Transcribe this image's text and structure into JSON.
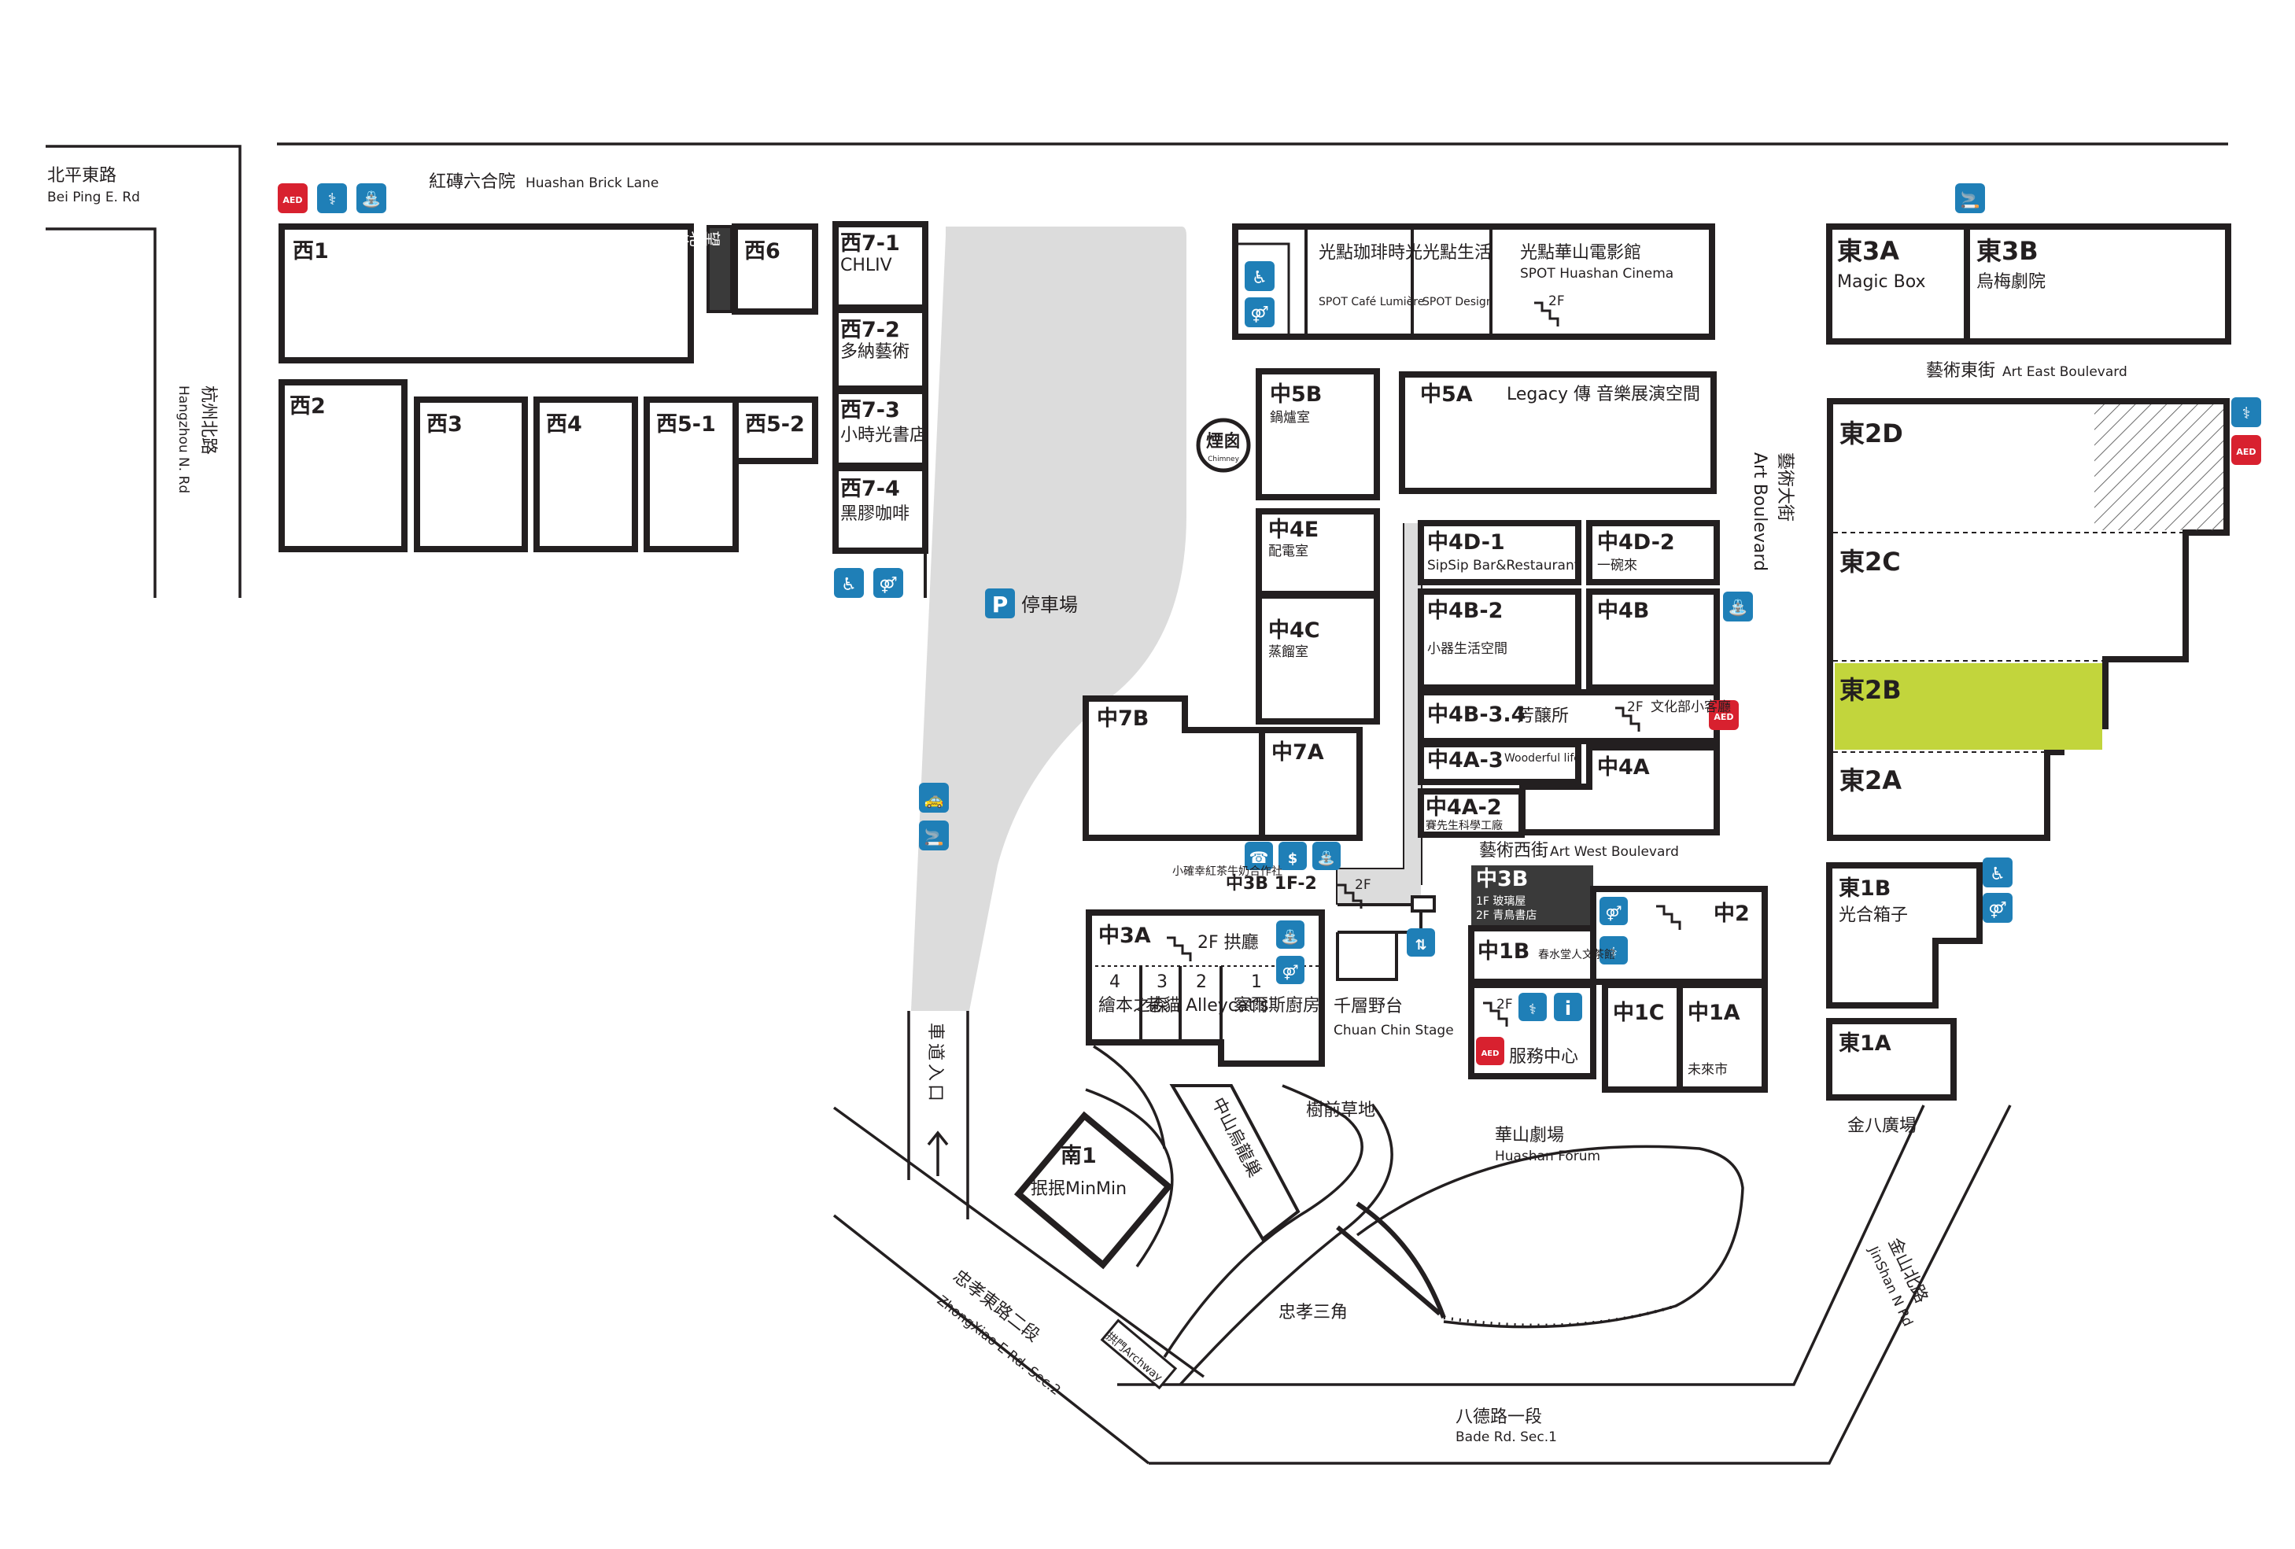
{
  "colors": {
    "ink": "#231f20",
    "parking": "#dcdcdc",
    "highlight": "#c2d53c",
    "icon_blue": "#1f7fb7",
    "aed_red": "#d8212f",
    "dark_block": "#3a3a3a"
  },
  "roads": {
    "beiping_zh": "北平東路",
    "beiping_en": "Bei Ping E. Rd",
    "hangzhou_zh": "杭州北路",
    "hangzhou_en": "Hangzhou N. Rd",
    "brick_lane_zh": "紅磚六合院",
    "brick_lane_en": "Huashan Brick Lane",
    "art_blvd_zh": "藝術大街",
    "art_blvd_en": "Art Boulevard",
    "art_east_zh": "藝術東街",
    "art_east_en": "Art East Boulevard",
    "art_west_zh": "藝術西街",
    "art_west_en": "Art West Boulevard",
    "zhongxiao_zh": "忠孝東路二段",
    "zhongxiao_en": "ZhongXiao E Rd. Sec.2",
    "bade_zh": "八德路一段",
    "bade_en": "Bade Rd. Sec.1",
    "jinshan_zh": "金山北路",
    "jinshan_en": "JinShan N Rd",
    "entrance": "車道入口"
  },
  "west": {
    "w1": "西1",
    "w2": "西2",
    "w3": "西3",
    "w4": "西4",
    "w5_1": "西5-1",
    "w5_2": "西5-2",
    "w6": "西6",
    "teahouse": "望北茶亭",
    "w7_1_id": "西7-1",
    "w7_1_name": "CHLIV",
    "w7_2_id": "西7-2",
    "w7_2_name": "多納藝術",
    "w7_3_id": "西7-3",
    "w7_3_name": "小時光書店",
    "w7_4_id": "西7-4",
    "w7_4_name": "黑膠咖啡"
  },
  "parking": {
    "label": "停車場",
    "symbol": "P"
  },
  "chimney": {
    "zh": "煙囪",
    "en": "Chimney"
  },
  "spot": {
    "cafe_zh": "光點珈琲時光",
    "cafe_en": "SPOT Café Lumière",
    "design_zh": "光點生活",
    "design_en": "SPOT Design",
    "cinema_zh": "光點華山電影館",
    "cinema_en": "SPOT Huashan Cinema",
    "floor": "2F"
  },
  "center": {
    "c5b_id": "中5B",
    "c5b_name": "鍋爐室",
    "c5a_id": "中5A",
    "c5a_name": "Legacy 傳 音樂展演空間",
    "c4e_id": "中4E",
    "c4e_name": "配電室",
    "c4c_id": "中4C",
    "c4c_name": "蒸餾室",
    "c4d1_id": "中4D-1",
    "c4d1_name": "SipSip Bar&Restaurant",
    "c4d2_id": "中4D-2",
    "c4d2_name": "一碗來",
    "c4b2_id": "中4B-2",
    "c4b2_name": "小器生活空間",
    "c4b_id": "中4B",
    "c4b34_id": "中4B-3.4",
    "c4b34_name": "芳醸所",
    "c4b34_floor": "2F",
    "c4b34_extra": "文化部小客廳",
    "c4a3_id": "中4A-3",
    "c4a3_name": "Wooderful life",
    "c4a_id": "中4A",
    "c4a2_id": "中4A-2",
    "c4a2_name": "賽先生科學工廠",
    "c7b_id": "中7B",
    "c7a_id": "中7A",
    "c3b_1f2": "中3B 1F-2",
    "c3b_1f2_name": "小確幸紅茶牛奶合作社",
    "c3b_id": "中3B",
    "c3b_1f": "1F 玻璃屋",
    "c3b_2f": "2F 青鳥書店",
    "c3a_id": "中3A",
    "c3a_floor": "2F 拱廳",
    "c3a_4": "4",
    "c3a_4_name": "繪本之森",
    "c3a_3": "3",
    "c3a_3_name": "巷貓 Alleycat's",
    "c3a_2": "2",
    "c3a_1": "1",
    "c3a_1_name": "察爾斯廚房",
    "stage_zh": "千層野台",
    "stage_en": "Chuan Chin Stage",
    "stage_floor": "2F",
    "c1b_id": "中1B",
    "c1b_name": "春水堂人文茶館",
    "c2_id": "中2",
    "c1c_id": "中1C",
    "c1a_id": "中1A",
    "c1a_name": "未來市",
    "service": "服務中心",
    "service_floor": "2F"
  },
  "east": {
    "e3a_id": "東3A",
    "e3a_name": "Magic Box",
    "e3b_id": "東3B",
    "e3b_name": "烏梅劇院",
    "e2d": "東2D",
    "e2c": "東2C",
    "e2b": "東2B",
    "e2a": "東2A",
    "e1b_id": "東1B",
    "e1b_name": "光合箱子",
    "e1a": "東1A",
    "jinba_zh": "金八廣場"
  },
  "south": {
    "s1_id": "南1",
    "s1_name": "抿抿MinMin",
    "zhongshan": "中山烏龍巢",
    "lawn": "樹前草地",
    "forum_zh": "華山劇場",
    "forum_en": "Huashan Forum",
    "triangle": "忠孝三角",
    "archway": "拱門Archway"
  },
  "icons": {
    "aed": "AED",
    "info": "i"
  }
}
